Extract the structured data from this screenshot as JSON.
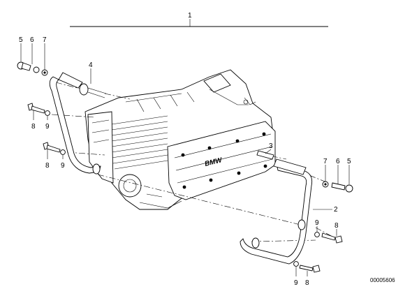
{
  "diagram": {
    "callouts": {
      "c1": "1",
      "c2": "2",
      "c3": "3",
      "c4": "4",
      "c5a": "5",
      "c6a": "6",
      "c7a": "7",
      "c8a": "8",
      "c9a": "9",
      "c8b": "8",
      "c9b": "9",
      "c7b": "7",
      "c6b": "6",
      "c5b": "5",
      "c9c": "9",
      "c8c": "8",
      "c9d": "9",
      "c8d": "8"
    },
    "engine_badge": "BMW",
    "document_number": "00005606"
  }
}
